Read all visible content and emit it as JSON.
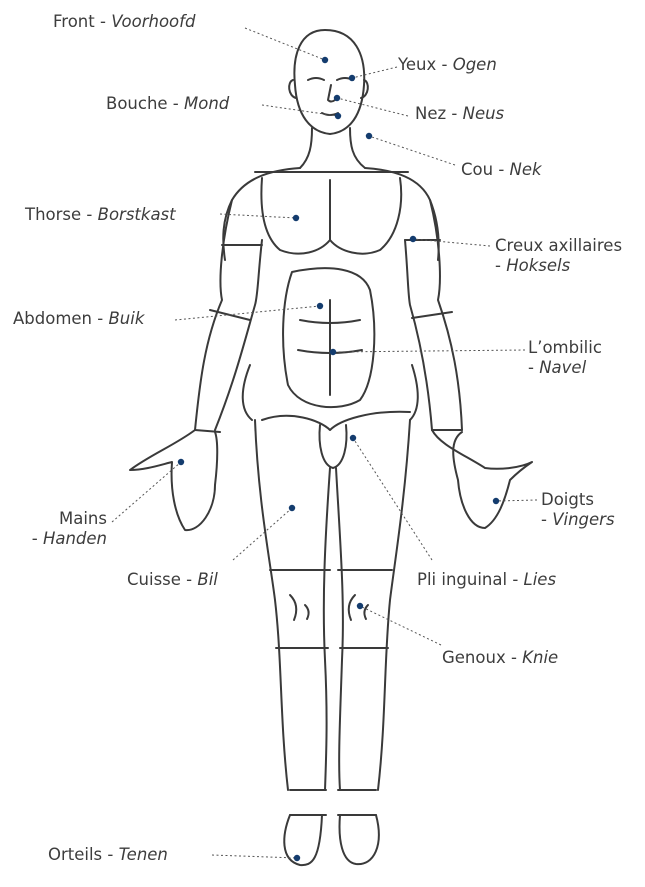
{
  "labels": {
    "front": {
      "fr": "Front",
      "nl": "Voorhoofd"
    },
    "yeux": {
      "fr": "Yeux",
      "nl": "Ogen"
    },
    "bouche": {
      "fr": "Bouche",
      "nl": "Mond"
    },
    "nez": {
      "fr": "Nez",
      "nl": "Neus"
    },
    "cou": {
      "fr": "Cou",
      "nl": "Nek"
    },
    "thorse": {
      "fr": "Thorse",
      "nl": "Borstkast"
    },
    "creux": {
      "fr": "Creux axillaires",
      "nl": "Hoksels"
    },
    "abdomen": {
      "fr": "Abdomen",
      "nl": "Buik"
    },
    "ombilic": {
      "fr": "L’ombilic",
      "nl": "Navel"
    },
    "mains": {
      "fr": "Mains",
      "nl": "Handen"
    },
    "doigts": {
      "fr": "Doigts",
      "nl": "Vingers"
    },
    "cuisse": {
      "fr": "Cuisse",
      "nl": "Bil"
    },
    "pli": {
      "fr": "Pli inguinal",
      "nl": "Lies"
    },
    "genoux": {
      "fr": "Genoux",
      "nl": "Knie"
    },
    "orteils": {
      "fr": "Orteils",
      "nl": "Tenen"
    }
  },
  "colors": {
    "dot": "#143c6e",
    "leader": "#555555",
    "sketch": "#3a3a3a"
  }
}
